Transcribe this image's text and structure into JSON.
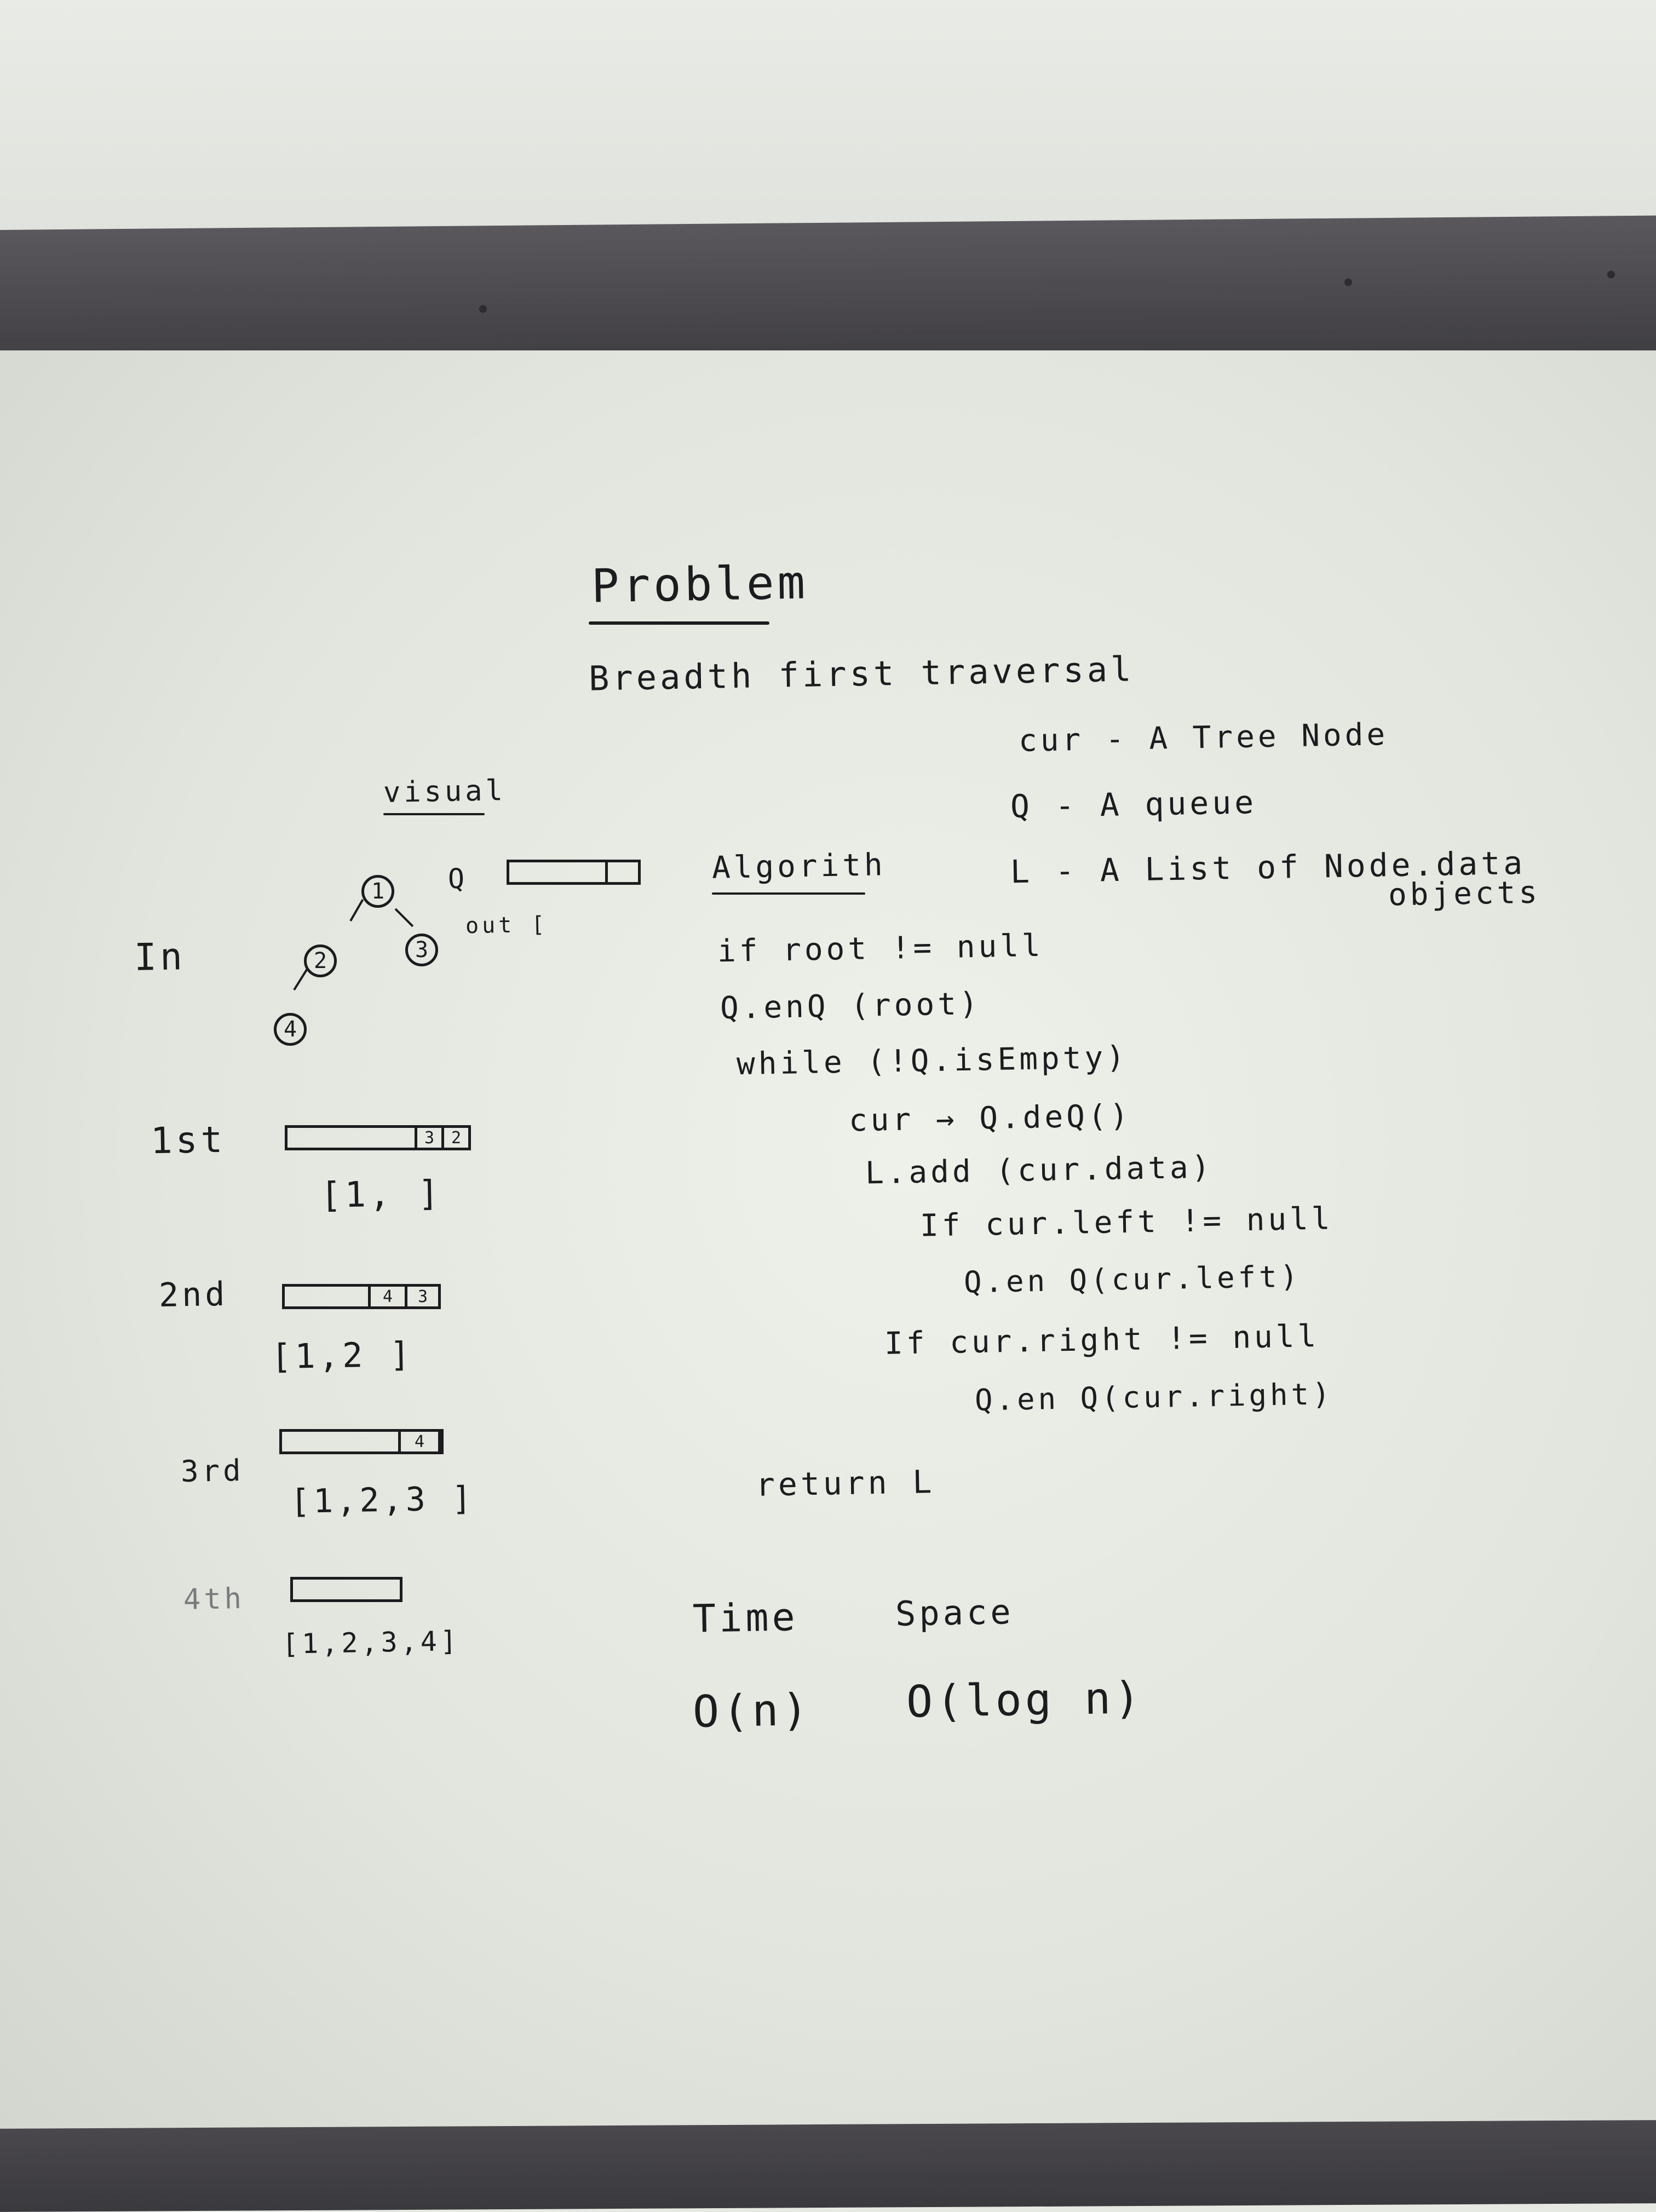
{
  "title": "Problem",
  "subtitle": "Breadth first traversal",
  "visual_label": "visual",
  "queue_label": "Q",
  "out_label": "out [",
  "in_label": "In",
  "tree_nodes": [
    "1",
    "2",
    "3",
    "4"
  ],
  "legend": {
    "cur": "cur - A Tree Node",
    "q": "Q - A queue",
    "l": "L - A List of Node.data",
    "l2": "objects"
  },
  "steps": [
    {
      "label": "1st",
      "queue_cells": [
        "3",
        "2"
      ],
      "list": "[1,   ]"
    },
    {
      "label": "2nd",
      "queue_cells": [
        "4",
        "3"
      ],
      "list": "[1,2  ]"
    },
    {
      "label": "3rd",
      "queue_cells": [
        "4"
      ],
      "list": "[1,2,3  ]"
    },
    {
      "label": "4th",
      "queue_cells": [],
      "list": "[1,2,3,4]"
    }
  ],
  "algorithm": {
    "heading": "Algorith",
    "lines": [
      "if root  != null",
      "Q.enQ (root)",
      "while (!Q.isEmpty)",
      "cur → Q.deQ()",
      "L.add (cur.data)",
      "If  cur.left  != null",
      "Q.en Q(cur.left)",
      "If  cur.right  != null",
      "Q.en Q(cur.right)",
      "return  L"
    ]
  },
  "complexity": {
    "time_label": "Time",
    "space_label": "Space",
    "time_value": "O(n)",
    "space_value": "O(log n)"
  }
}
